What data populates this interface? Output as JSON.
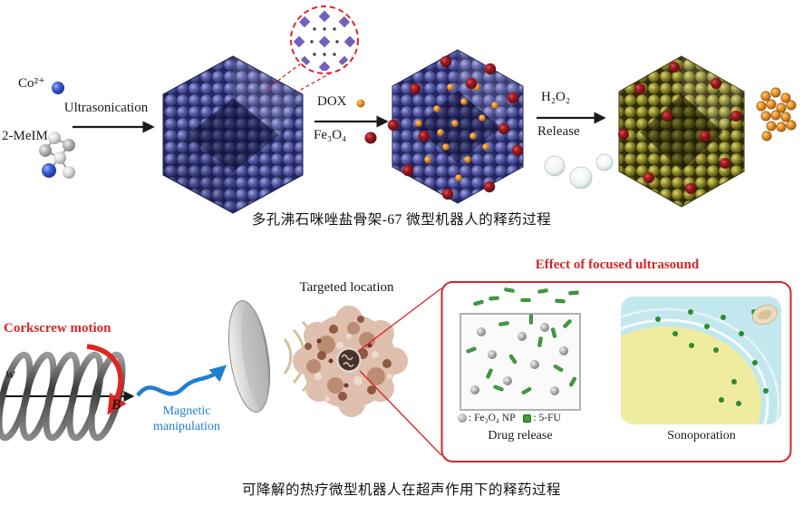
{
  "top": {
    "co_label": "Co²⁺",
    "meim_label": "2-MeIM",
    "arrow1_label": "Ultrasonication",
    "dox_label": "DOX",
    "fe3o4_label": "Fe₃O₄",
    "h2o2_label": "H₂O₂",
    "release_label": "Release",
    "caption": "多孔沸石咪唑盐骨架-67 微型机器人的释药过程"
  },
  "bottom": {
    "corkscrew_label": "Corkscrew motion",
    "omega_label": "w",
    "field_label": "B",
    "magnetic_label": "Magnetic\nmanipulation",
    "targeted_label": "Targeted location",
    "effect_title": "Effect of focused ultrasound",
    "legend_fe": ": Fe₃O₄ NP",
    "legend_fu": ": 5-FU",
    "drug_release_label": "Drug release",
    "sonoporation_label": "Sonoporation",
    "caption": "可降解的热疗微型机器人在超声作用下的释药过程"
  },
  "icons": {
    "dox_particle": "orange-sphere-dot",
    "fe3o4_particle": "dark-red-sphere-dot",
    "legend_fe_marker": "gray-sphere-dot",
    "legend_fu_marker": "green-square"
  },
  "colors": {
    "accent_red": "#d3262a",
    "accent_blue": "#1f7fd0",
    "crystal_purple": "#5d61ac",
    "crystal_olive": "#98922f",
    "drug_green": "#3f9e3f",
    "dox_orange": "#ef9b30",
    "fe3o4_maroon": "#a01a20"
  }
}
